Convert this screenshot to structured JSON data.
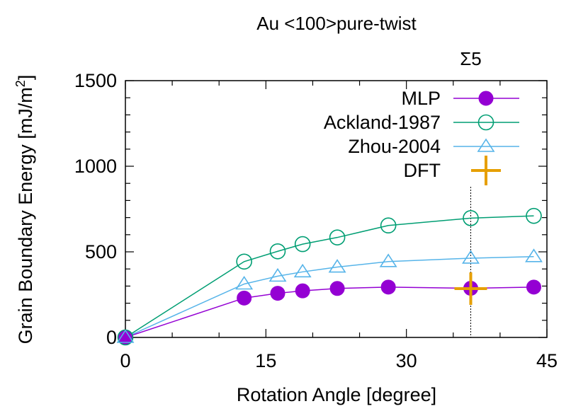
{
  "chart_data": {
    "type": "line",
    "title": "Au <100>pure-twist",
    "xlabel": "Rotation Angle [degree]",
    "ylabel_main": "Grain Boundary Energy [mJ/m",
    "ylabel_sup": "2",
    "ylabel_end": "]",
    "xlim": [
      0,
      45
    ],
    "ylim": [
      0,
      1500
    ],
    "xticks": [
      0,
      15,
      30,
      45
    ],
    "xtick_labels": [
      "0",
      "15",
      "30",
      "45"
    ],
    "yticks": [
      0,
      500,
      1000,
      1500
    ],
    "ytick_labels": [
      "0",
      "500",
      "1000",
      "1500"
    ],
    "grid": false,
    "legend_position": "top-right",
    "annotation": {
      "label": "Σ5",
      "x": 36.87
    },
    "series": [
      {
        "name": "MLP",
        "color": "#9400d3",
        "marker": "filled-circle",
        "x": [
          0,
          12.68,
          16.26,
          18.92,
          22.62,
          28.07,
          36.87,
          43.6
        ],
        "y": [
          0,
          230,
          258,
          272,
          286,
          294,
          287,
          294
        ]
      },
      {
        "name": "Ackland-1987",
        "color": "#009e73",
        "marker": "open-circle",
        "x": [
          0,
          12.68,
          16.26,
          18.92,
          22.62,
          28.07,
          36.87,
          43.6
        ],
        "y": [
          0,
          443,
          503,
          545,
          584,
          654,
          697,
          710
        ]
      },
      {
        "name": "Zhou-2004",
        "color": "#56b4e9",
        "marker": "open-triangle",
        "x": [
          0,
          12.68,
          16.26,
          18.92,
          22.62,
          28.07,
          36.87,
          43.6
        ],
        "y": [
          0,
          312,
          358,
          383,
          411,
          443,
          463,
          472
        ]
      },
      {
        "name": "DFT",
        "color": "#e69f00",
        "marker": "plus",
        "line": false,
        "x": [
          36.87
        ],
        "y": [
          285
        ]
      }
    ]
  }
}
